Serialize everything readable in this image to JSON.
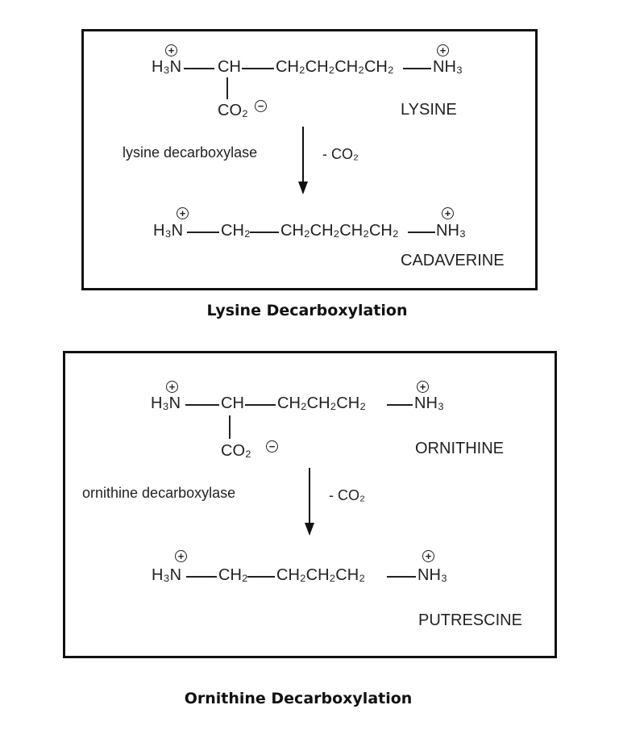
{
  "lysine_panel": {
    "reactant": {
      "left": "H₃N",
      "middle": "CH",
      "chain": "CH₂CH₂CH₂CH₂",
      "right": "NH₃",
      "side": "CO₂",
      "name": "LYSINE"
    },
    "enzyme": "lysine decarboxylase",
    "byproduct": "- CO₂",
    "product": {
      "left": "H₃N",
      "middle": "CH₂",
      "chain": "CH₂CH₂CH₂CH₂",
      "right": "NH₃",
      "name": "CADAVERINE"
    },
    "caption": "Lysine Decarboxylation"
  },
  "ornithine_panel": {
    "reactant": {
      "left": "H₃N",
      "middle": "CH",
      "chain": "CH₂CH₂CH₂",
      "right": "NH₃",
      "side": "CO₂",
      "name": "ORNITHINE"
    },
    "enzyme": "ornithine decarboxylase",
    "byproduct": "- CO₂",
    "product": {
      "left": "H₃N",
      "middle": "CH₂",
      "chain": "CH₂CH₂CH₂",
      "right": "NH₃",
      "name": "PUTRESCINE"
    },
    "caption": "Ornithine Decarboxylation"
  },
  "charges": {
    "plus": "+",
    "minus": "−"
  }
}
